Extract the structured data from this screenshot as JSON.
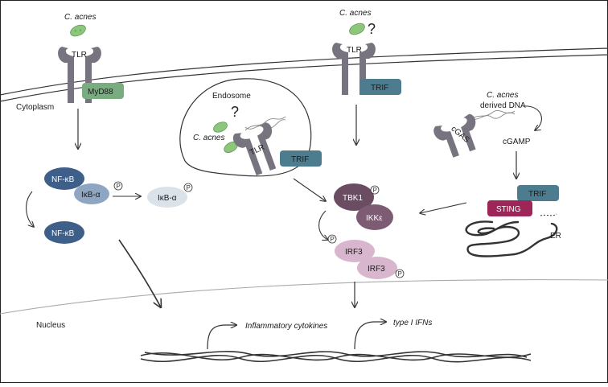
{
  "labels": {
    "c_acnes": "C. acnes",
    "tlr": "TLR",
    "myd88": "MyD88",
    "trif": "TRIF",
    "cytoplasm": "Cytoplasm",
    "endosome": "Endosome",
    "question": "?",
    "c_acnes_derived_line1": "C. acnes",
    "c_acnes_derived_line2": "derived DNA",
    "cgas": "cGAS",
    "cgamp": "cGAMP",
    "nfkb": "NF-κB",
    "ikba": "IκB-α",
    "p": "P",
    "tbk1": "TBK1",
    "ikke": "IKKε",
    "irf3": "IRF3",
    "sting": "STING",
    "er": "ER",
    "nucleus": "Nucleus",
    "inflammatory": "Inflammatory cytokines",
    "type_i_ifns": "type I IFNs"
  },
  "colors": {
    "receptor": "#77737f",
    "myd88": "#79ad80",
    "trif": "#4d7c8f",
    "nfkb": "#3d5f8a",
    "ikba": "#8fa6c3",
    "ikba_free": "#dbe2ea",
    "tbk1": "#6b4d63",
    "ikke": "#7d5c73",
    "irf3": "#d8b6ce",
    "sting": "#9d2558",
    "bacteria": "#8cc77c"
  }
}
